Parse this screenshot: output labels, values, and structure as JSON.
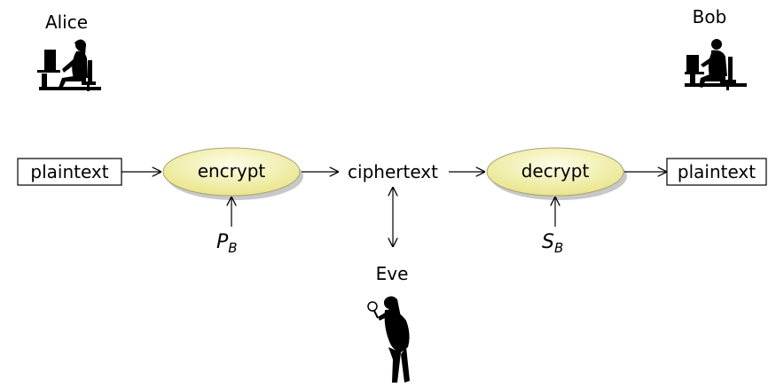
{
  "people": {
    "alice": {
      "name": "Alice",
      "icon": "woman-at-computer-icon"
    },
    "bob": {
      "name": "Bob",
      "icon": "man-at-computer-icon"
    },
    "eve": {
      "name": "Eve",
      "icon": "eavesdropper-with-magnifier-icon"
    }
  },
  "flow": {
    "input_label": "plaintext",
    "encrypt_label": "encrypt",
    "ciphertext_label": "ciphertext",
    "decrypt_label": "decrypt",
    "output_label": "plaintext"
  },
  "keys": {
    "public_key": {
      "letter": "P",
      "subscript": "B"
    },
    "secret_key": {
      "letter": "S",
      "subscript": "B"
    }
  },
  "colors": {
    "ellipse_fill_light": "#fdfde8",
    "ellipse_fill_dark": "#e9e58a",
    "ellipse_stroke": "#a7a37a",
    "shadow": "#b0b0b0",
    "silhouette": "#000000"
  }
}
